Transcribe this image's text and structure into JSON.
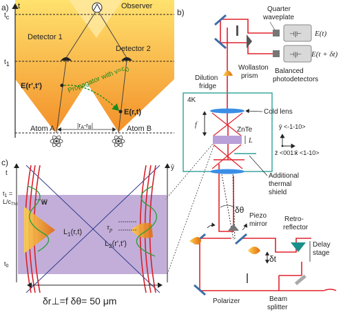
{
  "panel_a": {
    "label": "a)",
    "axis_t": "t",
    "tick_tc": "t",
    "tick_tc_sub": "c",
    "tick_t1": "t",
    "tick_t1_sub": "1",
    "observer": "Observer",
    "detector1": "Detector 1",
    "detector2": "Detector 2",
    "field_left": "E(r',t')",
    "field_right": "E(r,t)",
    "propagator": "Propagator with  v=c",
    "propagator_sub": "0",
    "separation": "|r",
    "separation_a": "A",
    "separation_mid": "-r",
    "separation_b": "B",
    "separation_end": "|",
    "atom_a": "Atom A",
    "atom_b": "Atom B",
    "colors": {
      "cone_top": "#ffd84d",
      "cone_bottom": "#f28a1e",
      "propagator": "#1a8a1a"
    }
  },
  "panel_b": {
    "label": "b)",
    "quarter_waveplate": [
      "Quarter",
      "waveplate"
    ],
    "E_t": "E(t)",
    "E_t_dt": "E(t + δt)",
    "dilution_fridge": [
      "Dilution",
      "fridge"
    ],
    "wollaston": [
      "Wollaston",
      "prism"
    ],
    "balanced": [
      "Balanced",
      "photodetectors"
    ],
    "four_k": "4K",
    "cold_lens": "Cold lens",
    "focal": "f",
    "znte": "ZnTe",
    "length": "L",
    "axis_y": "ŷ <-1-10>",
    "axis_z": "ẑ <001>",
    "axis_x": "x̂ <1-10>",
    "additional_shield": [
      "Additional",
      "thermal",
      "shield"
    ],
    "dtheta": "δθ",
    "piezo_mirror": [
      "Piezo",
      "mirror"
    ],
    "retro_reflector": [
      "Retro-",
      "reflector"
    ],
    "delay_stage": [
      "Delay",
      "stage"
    ],
    "dt": "δt",
    "polarizer": "Polarizer",
    "beam_splitter": [
      "Beam",
      "splitter"
    ],
    "colors": {
      "beam": "#e0202a",
      "mirror": "#3a6ea8",
      "shield": "#2aa198",
      "lens": "#3a8ee6",
      "crystal": "#b9a0d8"
    }
  },
  "panel_c": {
    "label": "c)",
    "axis_t": "t",
    "axis_y": "ŷ",
    "t1_line1": "t",
    "t1_sub": "1",
    "t1_eq": " =",
    "t1_line2": "L/c",
    "t1_line2_sub": "Thz",
    "t0": "t",
    "t0_sub": "0",
    "w": "w",
    "tau": "τ",
    "tau_sub": "p",
    "L1": "L",
    "L1_sub": "1",
    "L1_arg": "(r,t)",
    "L2": "L",
    "L2_sub": "2",
    "L2_arg": "(r',t')",
    "resolution": "δr⊥=f δθ= 50 μm",
    "colors": {
      "region": "#b49ad0",
      "pulse_red": "#d81e28",
      "pulse_green": "#2f9e3a",
      "cross": "#2b3a8c"
    }
  }
}
